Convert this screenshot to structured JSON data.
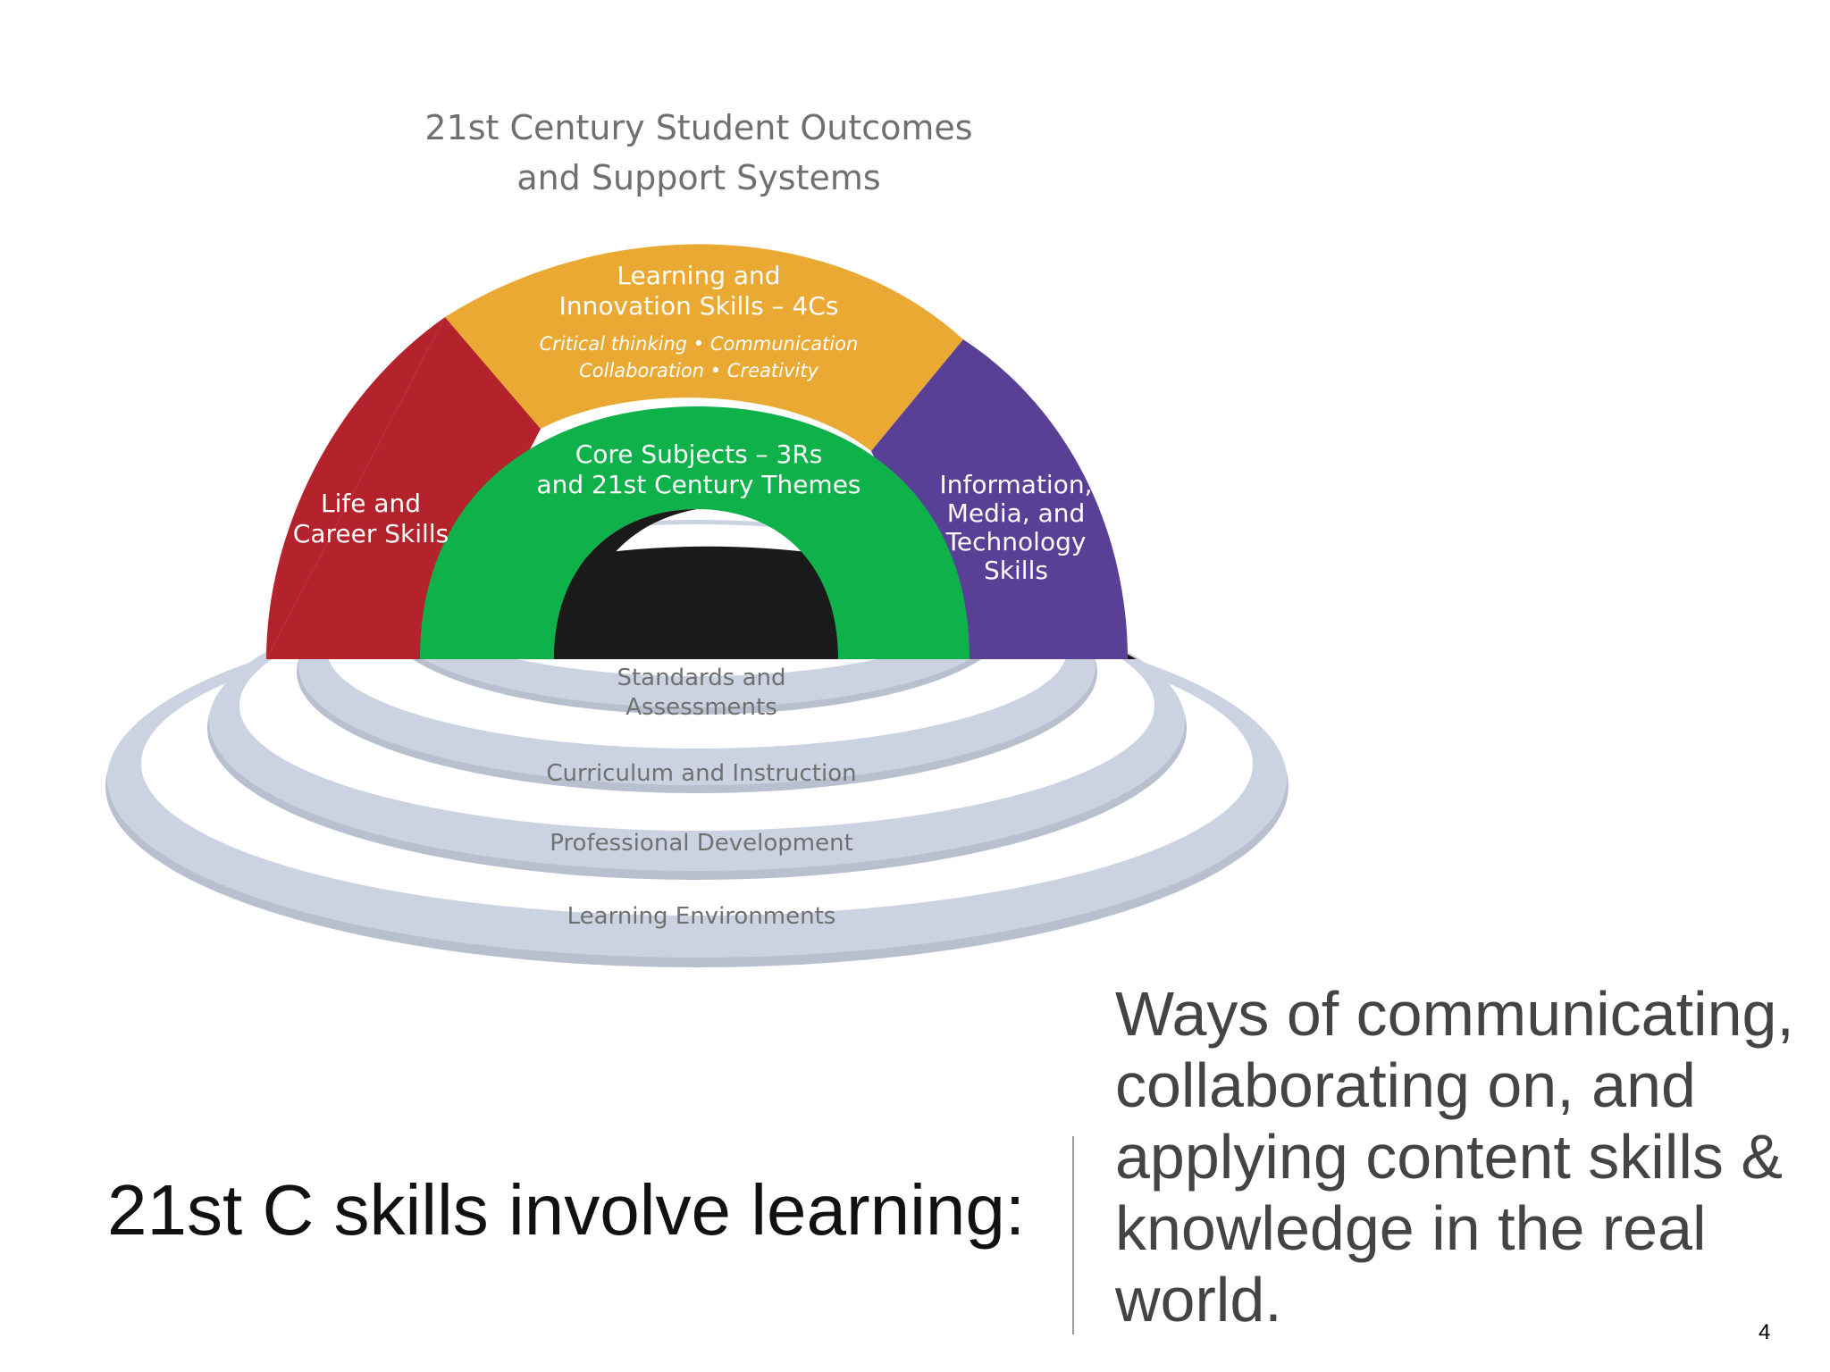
{
  "diagram": {
    "title_line1": "21st Century Student Outcomes",
    "title_line2": "and Support Systems",
    "arcs": {
      "learning_innovation": {
        "label_line1": "Learning and",
        "label_line2": "Innovation Skills – 4Cs",
        "sub_line1": "Critical thinking • Communication",
        "sub_line2": "Collaboration • Creativity",
        "color": "#E9A932"
      },
      "life_career": {
        "label_line1": "Life and",
        "label_line2": "Career Skills",
        "color": "#B4232B"
      },
      "core_subjects": {
        "label_line1": "Core Subjects – 3Rs",
        "label_line2": "and 21st Century Themes",
        "color": "#0FB14B"
      },
      "information_media": {
        "label_line1": "Information,",
        "label_line2": "Media, and",
        "label_line3": "Technology",
        "label_line4": "Skills",
        "color": "#5A3F97"
      }
    },
    "rings": {
      "standards_line1": "Standards and",
      "standards_line2": "Assessments",
      "curriculum": "Curriculum and Instruction",
      "professional": "Professional Development",
      "environments": "Learning Environments",
      "color": "#CBD3E3"
    }
  },
  "headline": "21st C skills involve learning:",
  "description": "Ways of communicating, collaborating on, and applying content skills & knowledge in the real world.",
  "page_number": "4"
}
